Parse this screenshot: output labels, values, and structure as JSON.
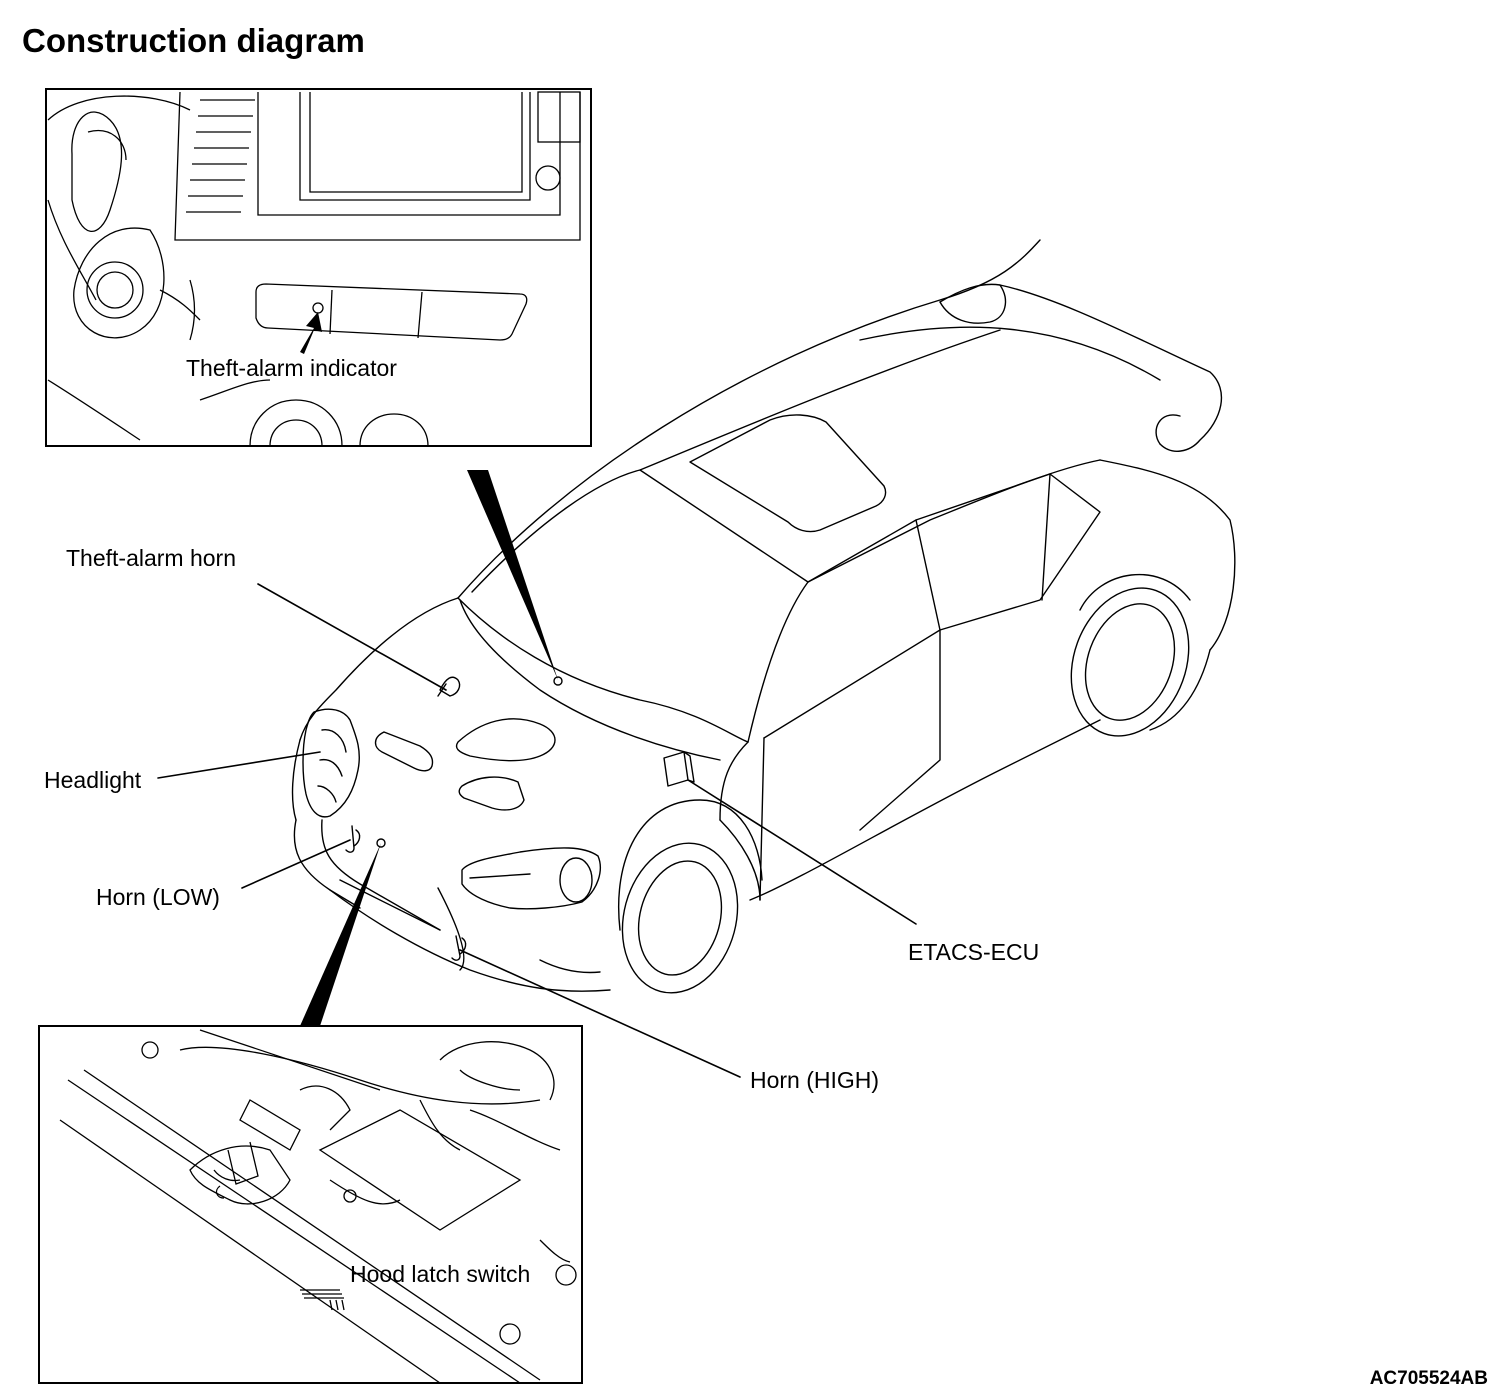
{
  "title": "Construction diagram",
  "figure_code": "AC705524AB",
  "labels": {
    "theft_alarm_indicator": "Theft-alarm indicator",
    "theft_alarm_horn": "Theft-alarm horn",
    "headlight": "Headlight",
    "horn_low": "Horn (LOW)",
    "horn_high": "Horn (HIGH)",
    "etacs_ecu": "ETACS-ECU",
    "hood_latch_switch": "Hood latch switch"
  }
}
